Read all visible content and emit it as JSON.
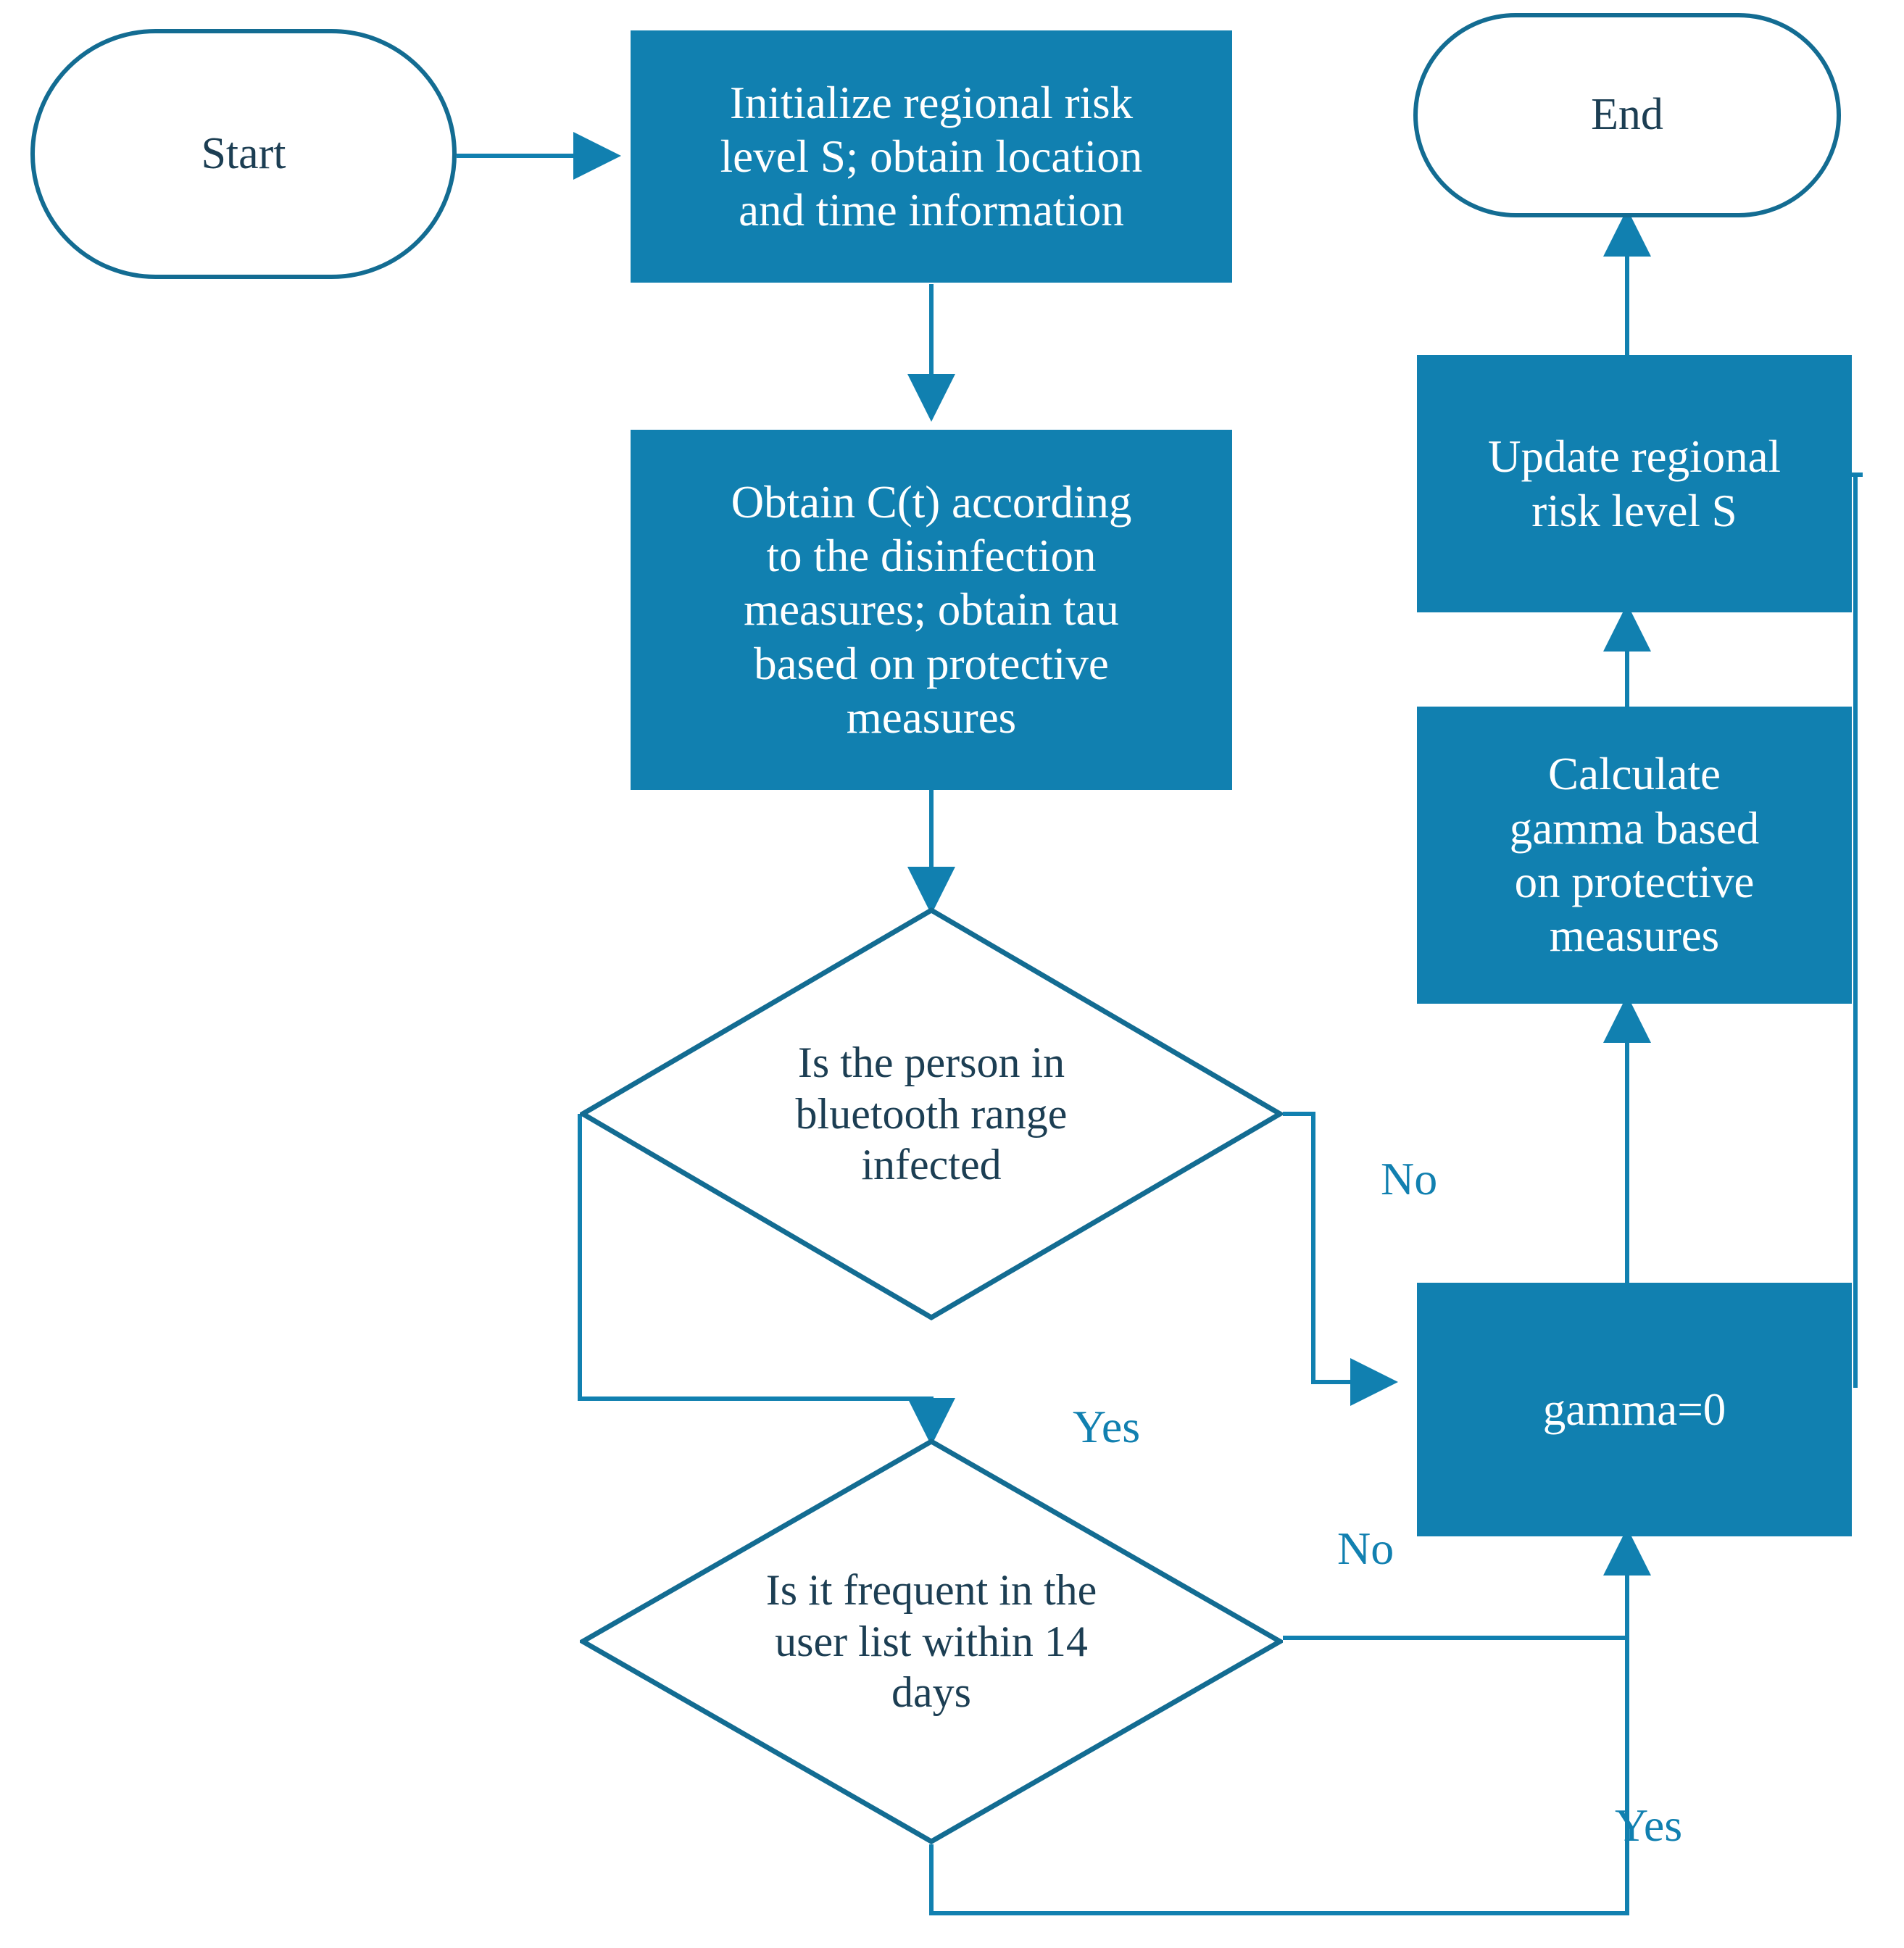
{
  "diagram": {
    "title": "Regional risk level update flowchart",
    "colors": {
      "process_fill": "#1180B0",
      "process_text": "#FFFFFF",
      "terminator_stroke": "#136C92",
      "terminator_text": "#1C3E53",
      "decision_stroke": "#136C92",
      "decision_text": "#1C3E53",
      "connector": "#1180B0",
      "label_text": "#1180B0",
      "background": "#FFFFFF"
    },
    "nodes": {
      "start": {
        "label": "Start",
        "shape": "terminator"
      },
      "end": {
        "label": "End",
        "shape": "terminator"
      },
      "init": {
        "label": "Initialize regional risk\nlevel S; obtain location\nand time information",
        "shape": "process"
      },
      "obtain_ct": {
        "label": "Obtain C(t)  according\nto the disinfection\nmeasures; obtain tau\nbased on protective\nmeasures",
        "shape": "process"
      },
      "decision_bluetooth": {
        "label": "Is the person in\nbluetooth range\ninfected",
        "shape": "decision"
      },
      "decision_frequent": {
        "label": "Is it frequent in the\nuser list within 14\ndays",
        "shape": "decision"
      },
      "update_risk": {
        "label": "Update regional\nrisk level S",
        "shape": "process"
      },
      "calc_gamma": {
        "label": "Calculate\ngamma based\non protective\nmeasures",
        "shape": "process"
      },
      "gamma_zero": {
        "label": "gamma=0",
        "shape": "process"
      }
    },
    "edge_labels": [
      {
        "id": "no-bluetooth",
        "text": "No"
      },
      {
        "id": "yes-bluetooth",
        "text": "Yes"
      },
      {
        "id": "no-frequent",
        "text": "No"
      },
      {
        "id": "yes-frequent",
        "text": "Yes"
      }
    ]
  }
}
